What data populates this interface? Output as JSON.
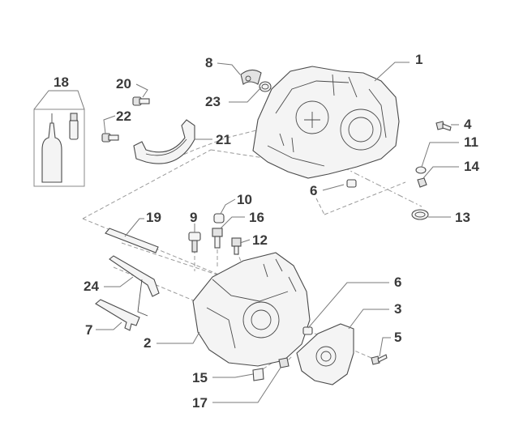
{
  "callouts": {
    "c1": "1",
    "c2": "2",
    "c3": "3",
    "c4": "4",
    "c5": "5",
    "c6a": "6",
    "c6b": "6",
    "c7": "7",
    "c8": "8",
    "c9": "9",
    "c10": "10",
    "c11": "11",
    "c12": "12",
    "c13": "13",
    "c14": "14",
    "c15": "15",
    "c16": "16",
    "c17": "17",
    "c18": "18",
    "c19": "19",
    "c20": "20",
    "c21": "21",
    "c22": "22",
    "c23": "23",
    "c24": "24"
  }
}
